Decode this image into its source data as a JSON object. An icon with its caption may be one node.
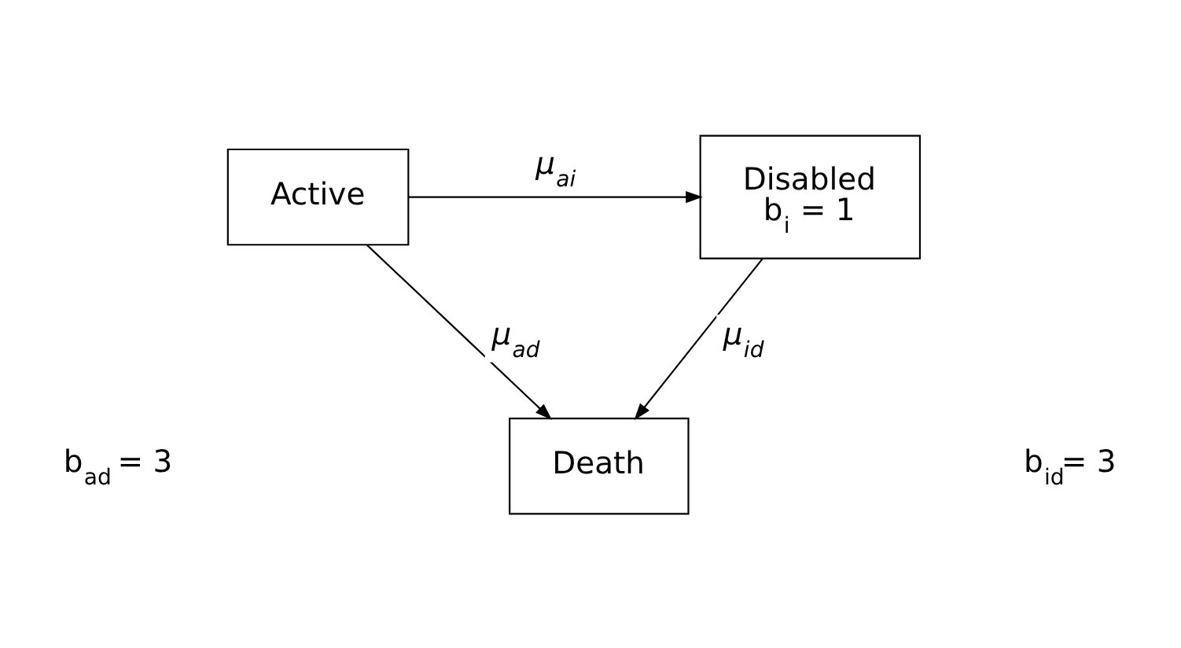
{
  "diagram": {
    "nodes": [
      {
        "text": [
          "Active"
        ]
      },
      {
        "text": [
          "Disabled",
          "b$_{i}$ = 1"
        ]
      },
      {
        "text": [
          "Death"
        ]
      }
    ],
    "edges": [
      {
        "from": 0,
        "to": 1,
        "arrow": "to",
        "label": "μ$_{ai}$"
      },
      {
        "from": 0,
        "to": 2,
        "arrow": "to",
        "label": "μ$_{ad}$"
      },
      {
        "from": 1,
        "to": 2,
        "arrow": "to",
        "label": "μ$_{id}$"
      }
    ],
    "labels": [
      "b$_{ad}$ = 3",
      "b$_{id}$= 3"
    ]
  }
}
